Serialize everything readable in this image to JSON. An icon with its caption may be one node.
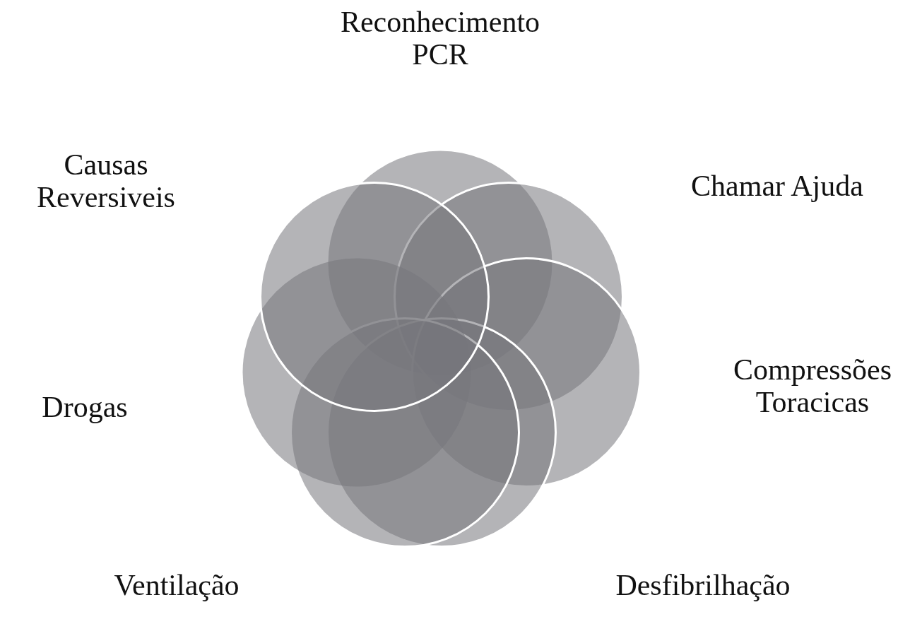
{
  "diagram": {
    "nodes": [
      {
        "text": [
          "Reconhecimento PCR"
        ]
      },
      {
        "text": [
          "Chamar Ajuda"
        ]
      },
      {
        "text": [
          "Compressões Toracicas"
        ]
      },
      {
        "text": [
          "Desfibrilhação"
        ]
      },
      {
        "text": [
          "Ventilação"
        ]
      },
      {
        "text": [
          "Drogas"
        ]
      },
      {
        "text": [
          "Causas Reversiveis"
        ]
      }
    ],
    "edges": []
  }
}
